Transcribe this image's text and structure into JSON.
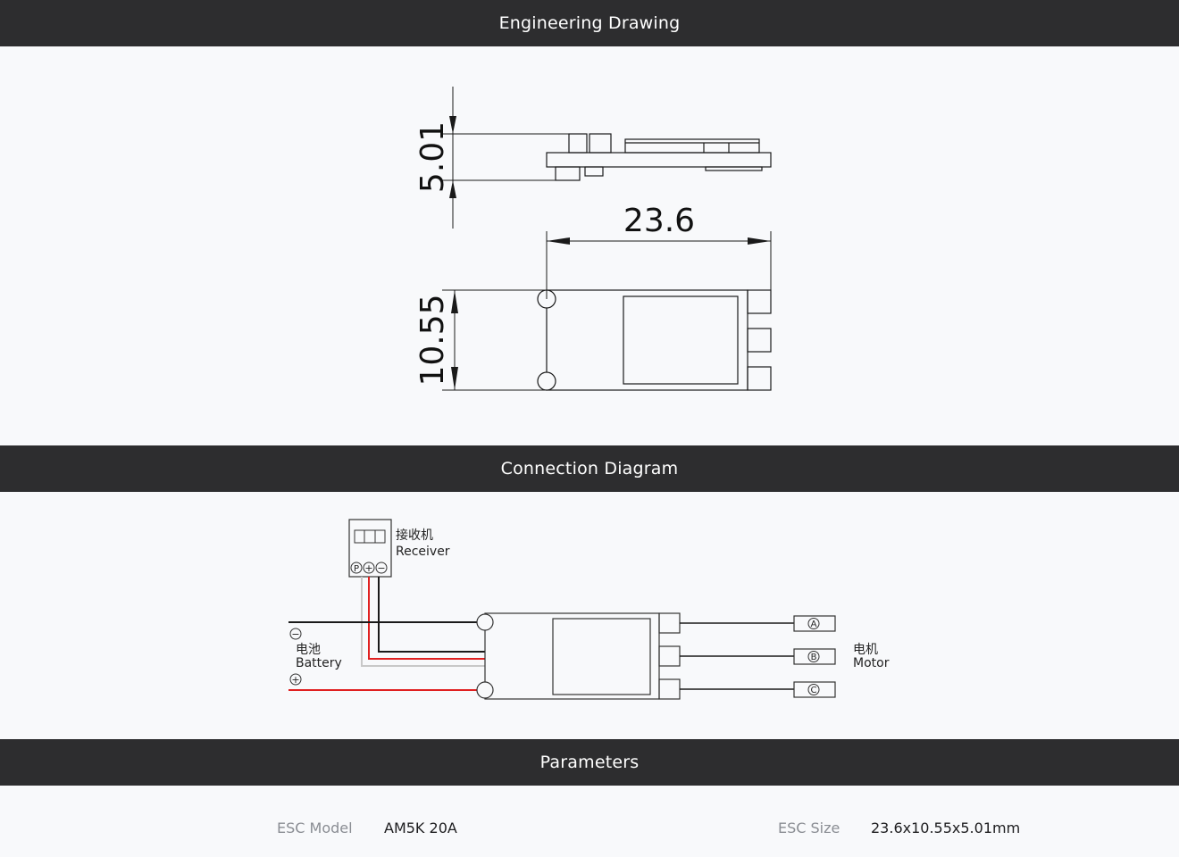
{
  "sections": {
    "engineering_title": "Engineering Drawing",
    "connection_title": "Connection Diagram",
    "parameters_title": "Parameters"
  },
  "engineering": {
    "height_dim": "5.01",
    "length_dim": "23.6",
    "width_dim": "10.55"
  },
  "connection": {
    "receiver_cn": "接收机",
    "receiver_en": "Receiver",
    "receiver_pins": [
      "P",
      "+",
      "−"
    ],
    "battery_cn": "电池",
    "battery_en": "Battery",
    "battery_neg": "−",
    "battery_pos": "+",
    "motor_cn": "电机",
    "motor_en": "Motor",
    "motor_phases": [
      "A",
      "B",
      "C"
    ],
    "colors": {
      "red_wire": "#e02020",
      "black_wire": "#1a1a1a",
      "white_wire": "#c8c8c8"
    }
  },
  "parameters": [
    {
      "label": "ESC Model",
      "value": "AM5K 20A"
    },
    {
      "label": "ESC Size",
      "value": "23.6x10.55x5.01mm"
    }
  ]
}
